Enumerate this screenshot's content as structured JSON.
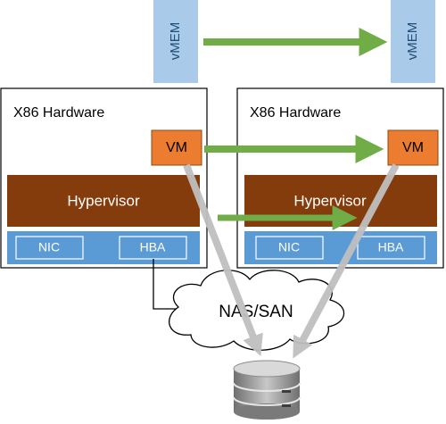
{
  "vmem": {
    "left_label": "vMEM",
    "right_label": "vMEM"
  },
  "hosts": {
    "left": {
      "title": "X86 Hardware",
      "vm_label": "VM",
      "hypervisor_label": "Hypervisor",
      "nic_label": "NIC",
      "hba_label": "HBA"
    },
    "right": {
      "title": "X86 Hardware",
      "vm_label": "VM",
      "hypervisor_label": "Hypervisor",
      "nic_label": "NIC",
      "hba_label": "HBA"
    }
  },
  "storage": {
    "cloud_label": "NAS/SAN"
  },
  "colors": {
    "vmem_fill": "#a9cbe9",
    "vm_fill": "#ec7c30",
    "hypervisor_fill": "#843c0c",
    "adapter_bar_fill": "#5b9bd5",
    "green_arrow": "#70ad47",
    "gray_arrow": "#bfbfbf",
    "disk_gray": "#8c8c8c"
  }
}
